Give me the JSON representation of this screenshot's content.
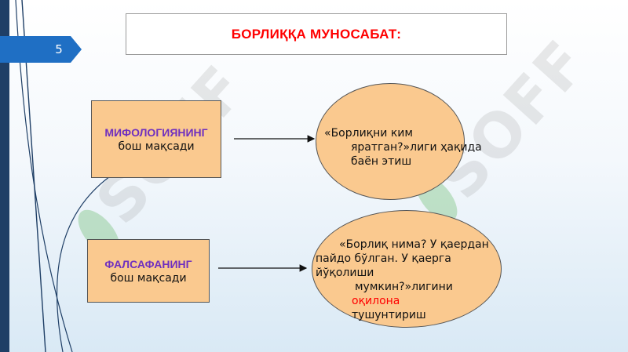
{
  "slide": {
    "number": "5",
    "title": "БОРЛИҚҚА МУНОСАБАТ:"
  },
  "watermark": {
    "text": "SOFF"
  },
  "mythology_box": {
    "heading": "МИФОЛОГИЯНИНГ",
    "subtitle": "бош мақсади"
  },
  "philosophy_box": {
    "heading": "ФАЛСАФАНИНГ",
    "subtitle": "бош мақсади"
  },
  "mythology_ellipse": {
    "lines": [
      "«Борлиқни ким",
      "яратган?»лиги ҳақида",
      "баён этиш"
    ]
  },
  "philosophy_ellipse": {
    "lines": [
      "«Борлиқ нима? У қаердан",
      "пайдо бўлган. У қаерга",
      "йўқолиши",
      "мумкин?»лигини",
      "оқилона",
      "тушунтириш"
    ]
  },
  "colors": {
    "title_red": "#ff0000",
    "box_fill": "#fac98f",
    "heading_purple": "#6f2fbf",
    "slide_number_blue": "#1f6fc4",
    "left_band": "#1f3f66"
  }
}
